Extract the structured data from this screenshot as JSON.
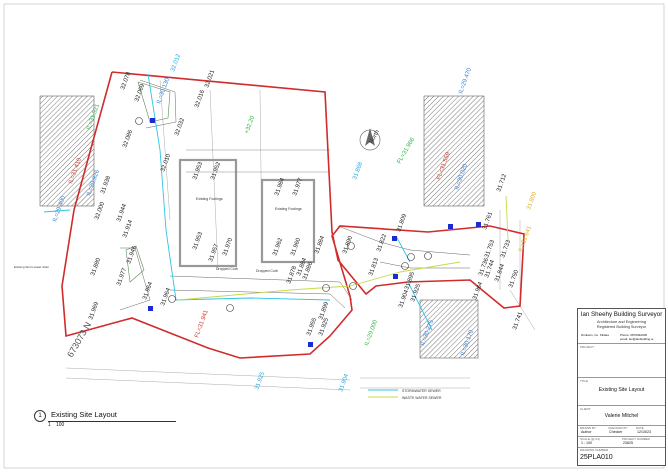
{
  "drawing": {
    "layout_title": "Existing Site Layout",
    "layout_number": "1",
    "scale_num": "1",
    "scale_den": "100",
    "north_label": "North",
    "grid_label": "673073 N",
    "side_label": "Existing Storm water drain"
  },
  "buildings": {
    "footing_label_1": "Existing Footings",
    "footing_label_2": "Existing Footings",
    "shaped_curb_1": "Dropped Curb",
    "shaped_curb_2": "Dropped Curb"
  },
  "legend": {
    "storm": "STORMWATER SEWER",
    "waste": "WASTE WATER SEWER",
    "storm_color": "#2ec4e6",
    "waste_color": "#c9d94a"
  },
  "colors": {
    "boundary": "#d12b2b",
    "hatch": "#555555",
    "blue_marker": "#1a2bd1",
    "level_black": "#222222",
    "level_blue": "#2f7fd8",
    "level_green": "#2fb84a",
    "level_red": "#d13a2b",
    "level_yellow": "#e0b020"
  },
  "levels": {
    "a": "31.964",
    "b": "31.944",
    "c": "31.938",
    "d": "31.914",
    "e": "31.977",
    "f": "31.880",
    "g": "32.000",
    "h": "31.969",
    "i": "31.964",
    "j": "31.953",
    "k": "31.952",
    "l": "31.984",
    "m": "31.977",
    "n": "31.962",
    "o": "31.960",
    "p": "31.884",
    "q": "31.878",
    "r": "31.886",
    "s": "31.884",
    "t": "31.844",
    "u": "31.750",
    "v": "31.964",
    "w": "31.736",
    "x": "31.904",
    "y": "31.925",
    "z": "31.970",
    "aa": "31.957",
    "ab": "32.010",
    "ac": "32.016",
    "ad": "32.032",
    "ae": "32.086",
    "af": "32.078",
    "ag": "31.890",
    "ah": "32.021",
    "ai": "31.899",
    "aj": "31.953",
    "ak": "31.741",
    "al": "31.733",
    "am": "31.753",
    "an": "31.744",
    "ao": "31.809",
    "ap": "31.895",
    "aq": "32.069",
    "ar": "31.946",
    "as": "31.822",
    "at": "31.813",
    "au": "31.712",
    "av": "31.761",
    "aw": "31.955",
    "ax": "31.925"
  },
  "colored_levels": {
    "g1": "+32.20",
    "g2": "FL=31.966",
    "g3": "IL=29.000",
    "g4": "IL=31.521",
    "b1": "IL=30.020",
    "b2": "IL=29.470",
    "b3": "IL=30.275",
    "b4": "IL=30.170",
    "b5": "IL=30.130",
    "b6": "IL=29.400",
    "b7": "IL=29.926",
    "r1": "FL=31.559",
    "r2": "IL=31.410",
    "r3": "FL=31.941",
    "y1": "31.800",
    "y2": "IL=31.641",
    "bl1": "31.925",
    "bl2": "31.904",
    "bl3": "31.868",
    "bl4": "32.012"
  },
  "title_block": {
    "firm": "Ian Sheehy Building Surveyor",
    "firm_sub1": "Architecture and Engineering",
    "firm_sub2": "Registered Building Surveyor",
    "phone": "Phone: 0876092006",
    "email": "email: ian@ianbuilding.ie",
    "address": "Dunlavin, Co. Kildare",
    "project_cap": "PROJECT",
    "title_cap": "TITLE",
    "title": "Existing Site Layout",
    "client_cap": "CLIENT",
    "client": "Valerie Mitchel",
    "drawn_cap": "DRAWN BY",
    "drawn": "Author",
    "checked_cap": "CHECKED BY",
    "checked": "Checker",
    "date_cap": "DATE",
    "date": "12/15/23",
    "scale_cap": "SCALE (@ A1)",
    "scale": "1 : 100",
    "projno_cap": "PROJECT NUMBER",
    "projno": "23625",
    "drawing_cap": "DRAWING NUMBER",
    "drawing_no": "25PLA010"
  }
}
